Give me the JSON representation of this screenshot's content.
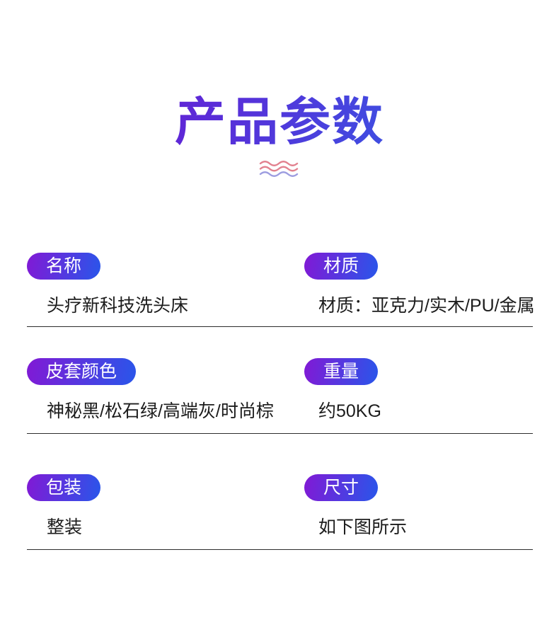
{
  "page": {
    "title": "产品参数"
  },
  "colors": {
    "title_gradient_start": "#6d15d2",
    "title_gradient_end": "#2e62e6",
    "pill_gradient_start": "#7d1cd6",
    "pill_gradient_end": "#2d53e9",
    "value_text": "#1c1c1c",
    "divider": "#2d2d2d",
    "wave_red": "#e2818f",
    "wave_purple": "#9d9de0",
    "background": "#ffffff"
  },
  "specs": {
    "rows": [
      {
        "left": {
          "label": "名称",
          "value": "头疗新科技洗头床"
        },
        "right": {
          "label": "材质",
          "value": "材质：亚克力/实木/PU/金属"
        }
      },
      {
        "left": {
          "label": "皮套颜色",
          "value": "神秘黑/松石绿/高端灰/时尚棕"
        },
        "right": {
          "label": "重量",
          "value": "约50KG"
        }
      },
      {
        "left": {
          "label": "包装",
          "value": "整装"
        },
        "right": {
          "label": "尺寸",
          "value": "如下图所示"
        }
      }
    ]
  }
}
